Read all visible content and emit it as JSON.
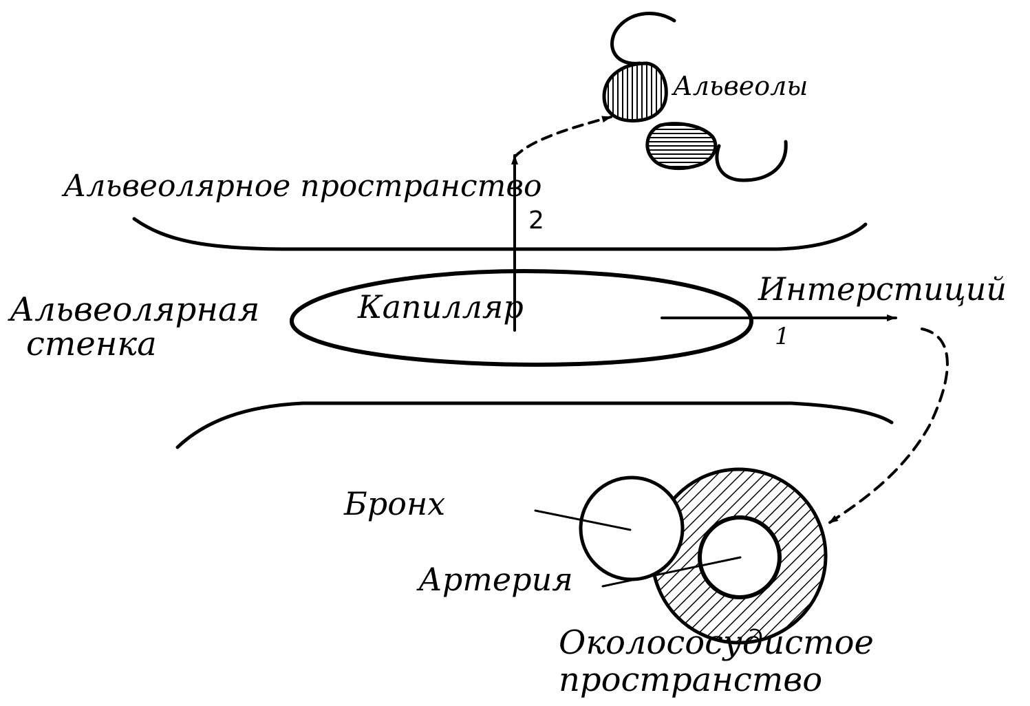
{
  "labels": {
    "alveoli": "Альвеолы",
    "alveolar_space": "Альвеолярное пространство",
    "flow_2": "2",
    "alveolar_wall_line1": "Альвеолярная",
    "alveolar_wall_line2": "стенка",
    "capillary": "Капилляр",
    "interstitium": "Интерстиций",
    "flow_1": "1",
    "bronchus": "Бронх",
    "artery": "Артерия",
    "perivascular_line1": "Околососудистое",
    "perivascular_line2": "пространство"
  },
  "colors": {
    "ink": "#000000",
    "background": "#ffffff"
  }
}
